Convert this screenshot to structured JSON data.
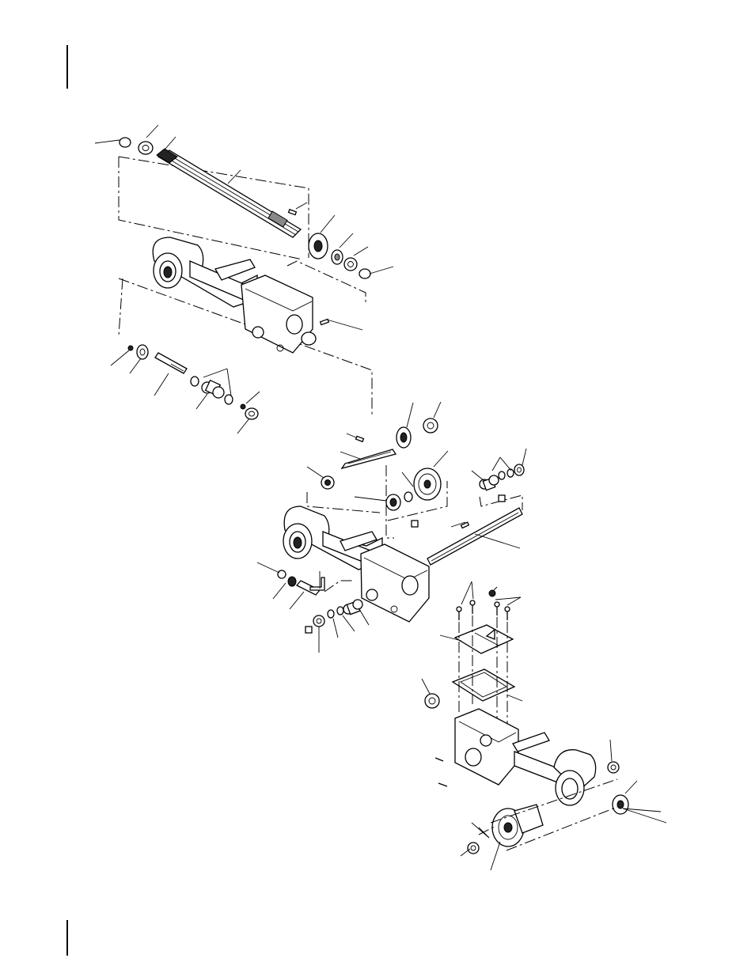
{
  "page": {
    "background": "#ffffff",
    "ink": "#000000"
  },
  "icons": {
    "reference_marker": "square-a-marker",
    "callout": "leader-line"
  },
  "diagram": {
    "type": "exploded-parts-view",
    "assemblies": [
      "upper-transaxle-input-shaft",
      "middle-transaxle-gear-train",
      "lower-transaxle-case-cover"
    ]
  }
}
